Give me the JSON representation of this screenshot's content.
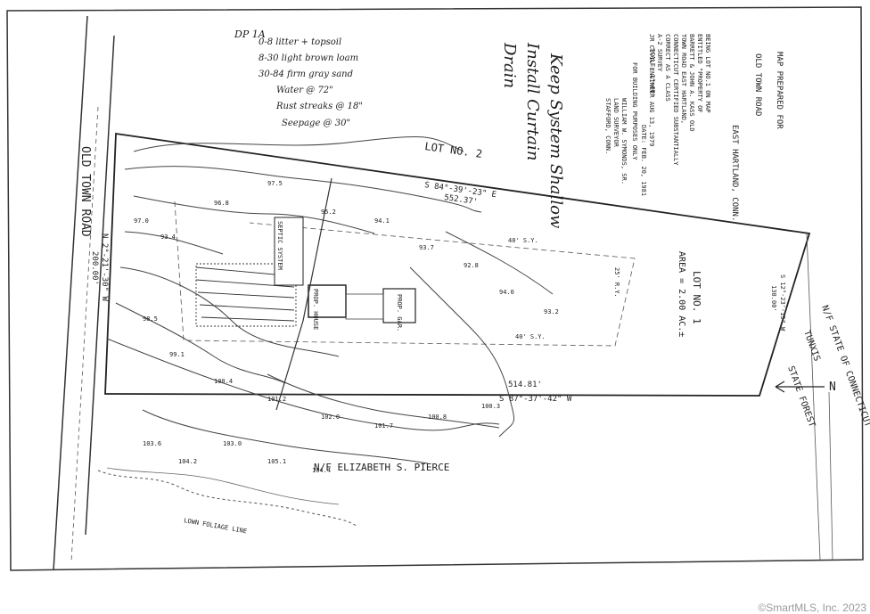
{
  "notes": {
    "dp": "DP 1A",
    "soil": [
      "0-8 litter + topsoil",
      "8-30 light brown loam",
      "30-84 firm gray sand"
    ],
    "water": "Water @ 72\"",
    "rust": "Rust streaks @ 18\"",
    "seepage": "Seepage @ 30\"",
    "instructions": [
      "Keep System Shallow",
      "Install Curtain",
      "Drain"
    ]
  },
  "title_block": {
    "map_prepared": "MAP PREPARED FOR",
    "road": "OLD TOWN ROAD",
    "town": "EAST HARTLAND, CONN.",
    "lines": [
      "BEING LOT NO.1 ON MAP",
      "ENTITLED \"PROPERTY OF",
      "BARRETT & JOHN A. KASS OLD",
      "TOWN ROAD EAST HARTLAND,",
      "CONNECTICUT CERTIFIED SUBSTANTIALLY",
      "CORRECT AS A CLASS",
      "A-2 SURVEY",
      "JR CIVIL ENGINEER AUG 13, 1979"
    ],
    "purpose": "FOR BUILDING PURPOSES ONLY",
    "surveyor": [
      "WILLIAM W. SYMONDS, SR.",
      "LAND SURVEYOR",
      "STAFFORD, CONN."
    ],
    "date": "DATE: FEB. 20, 1981",
    "scale": "SCALE: 1\"=40'"
  },
  "plat": {
    "lot2": "LOT NO. 2",
    "lot1": "LOT NO. 1",
    "area": "AREA = 2.00 AC.±",
    "bearing_top": "S 84°-39'-23\" E",
    "dist_top": "552.37'",
    "bearing_bottom": "S 87°-37'-42\" W",
    "dist_bottom": "514.81'",
    "bearing_right": "S 12°-23'-15\" W",
    "dist_right": "130.00'",
    "bearing_left": "N 2°-21'-30\" W",
    "dist_left": "200.00'",
    "road_label": "OLD TOWN ROAD",
    "sy1": "40' S.Y.",
    "sy2": "40' S.Y.",
    "ry": "25' R.Y.",
    "north": "N",
    "neighbor_south": "N/F ELIZABETH S. PIERCE",
    "neighbor_east": [
      "N/F STATE OF CONNECTICUT",
      "TUNXIS",
      "STATE FOREST"
    ],
    "foliage": "LOWN FOLIAGE LINE",
    "house": "PROP. HOUSE",
    "garage": "PROP. GAR.",
    "septic": "SEPTIC SYSTEM"
  },
  "watermark": "©SmartMLS, Inc. 2023"
}
